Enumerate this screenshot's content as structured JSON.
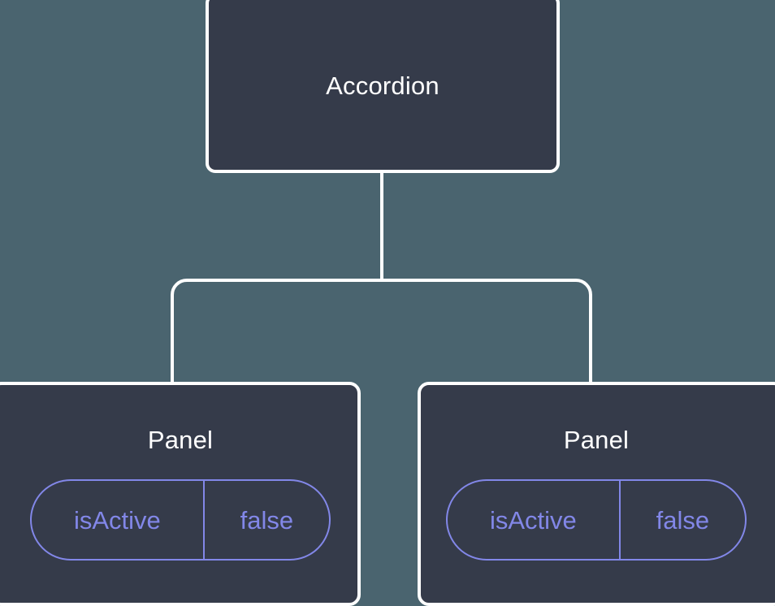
{
  "diagram": {
    "type": "component-tree",
    "background_color": "#4a646f",
    "node_fill_color": "#353b4a",
    "node_border_color": "#ffffff",
    "edge_color": "#ffffff",
    "title_text_color": "#ffffff",
    "accent_color": "#8287e8",
    "root": {
      "label": "Accordion"
    },
    "children": [
      {
        "label": "Panel",
        "state": {
          "key": "isActive",
          "value": "false"
        }
      },
      {
        "label": "Panel",
        "state": {
          "key": "isActive",
          "value": "false"
        }
      }
    ]
  }
}
